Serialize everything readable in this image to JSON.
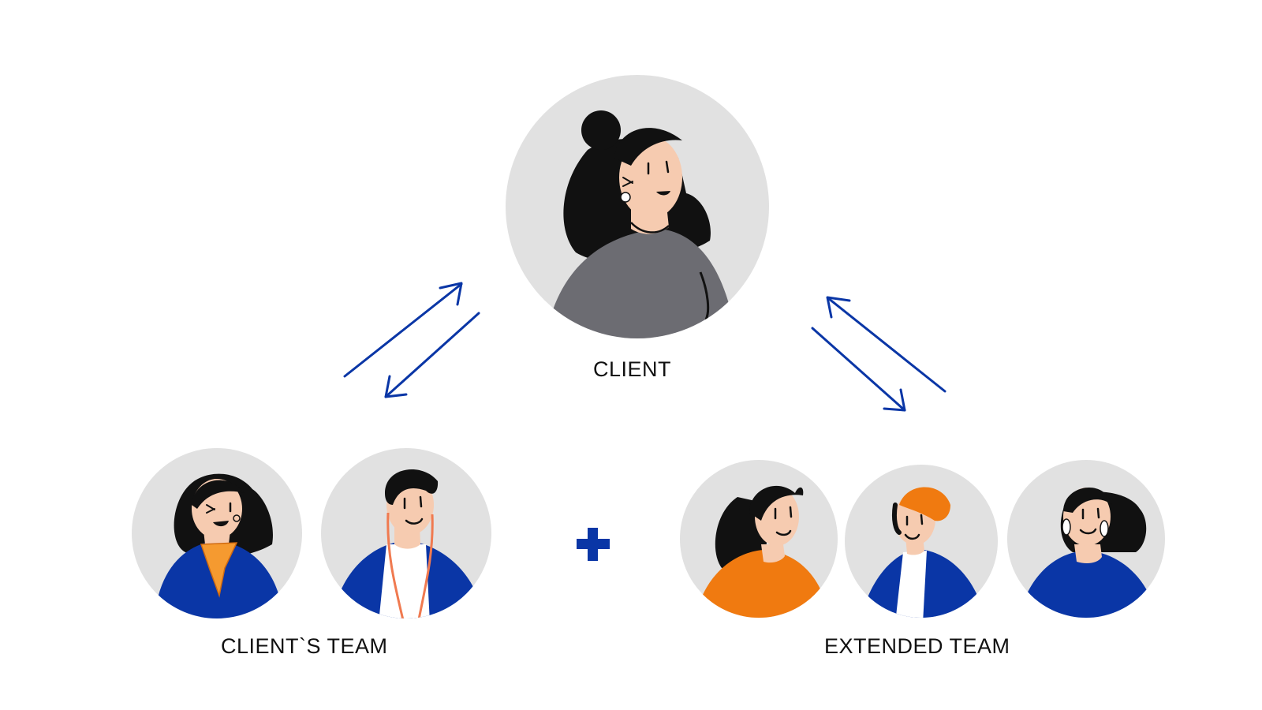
{
  "labels": {
    "client": "CLIENT",
    "clients_team": "CLIENT`S TEAM",
    "extended_team": "EXTENDED TEAM",
    "plus": "+"
  },
  "colors": {
    "avatar_bg": "#e1e1e1",
    "arrow": "#0a36a6",
    "brand_blue": "#0a36a6",
    "accent_orange": "#f07a10",
    "skin": "#f6cbb0",
    "hair": "#111111",
    "client_sweater": "#6c6c72",
    "text": "#111111"
  },
  "nodes": [
    {
      "id": "client",
      "avatar_icon": "client-woman-avatar-icon",
      "group": "client"
    },
    {
      "id": "client-team-1",
      "avatar_icon": "woman-orange-scarf-avatar-icon",
      "group": "clients_team"
    },
    {
      "id": "client-team-2",
      "avatar_icon": "man-headphones-avatar-icon",
      "group": "clients_team"
    },
    {
      "id": "extended-team-1",
      "avatar_icon": "woman-orange-shirt-avatar-icon",
      "group": "extended_team"
    },
    {
      "id": "extended-team-2",
      "avatar_icon": "man-orange-beanie-avatar-icon",
      "group": "extended_team"
    },
    {
      "id": "extended-team-3",
      "avatar_icon": "woman-earrings-avatar-icon",
      "group": "extended_team"
    }
  ],
  "edges": [
    {
      "from": "clients_team",
      "to": "client",
      "bidirectional": true
    },
    {
      "from": "client",
      "to": "extended_team",
      "bidirectional": true
    }
  ]
}
